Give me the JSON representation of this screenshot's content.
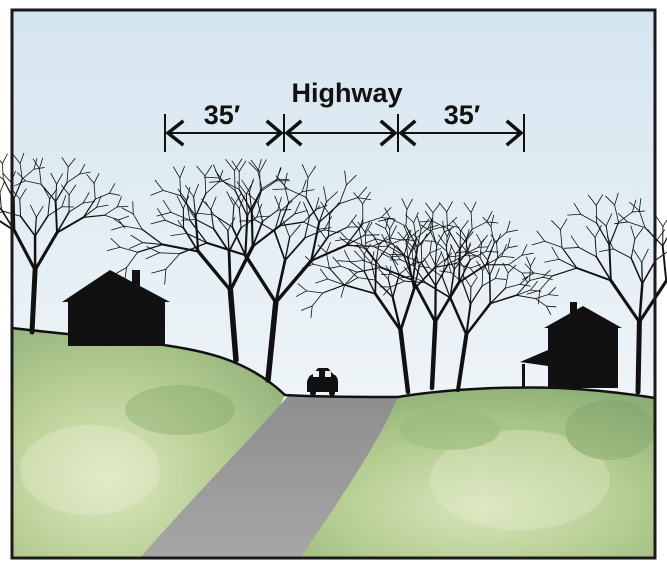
{
  "diagram": {
    "title": "Highway",
    "left_dimension": "35′",
    "right_dimension": "35′"
  },
  "colors": {
    "sky_top": "#d7e6ef",
    "sky_bottom": "#f4f8fa",
    "grass_light": "#c9d9a8",
    "grass_mid": "#a9c387",
    "grass_dark": "#7fa46a",
    "road": "#9a9a9a",
    "silhouette": "#111111",
    "frame": "#1a1a1a"
  },
  "icons": {
    "left_arrow": "arrowhead-left-icon",
    "right_arrow": "arrowhead-right-icon",
    "car": "car-icon"
  }
}
